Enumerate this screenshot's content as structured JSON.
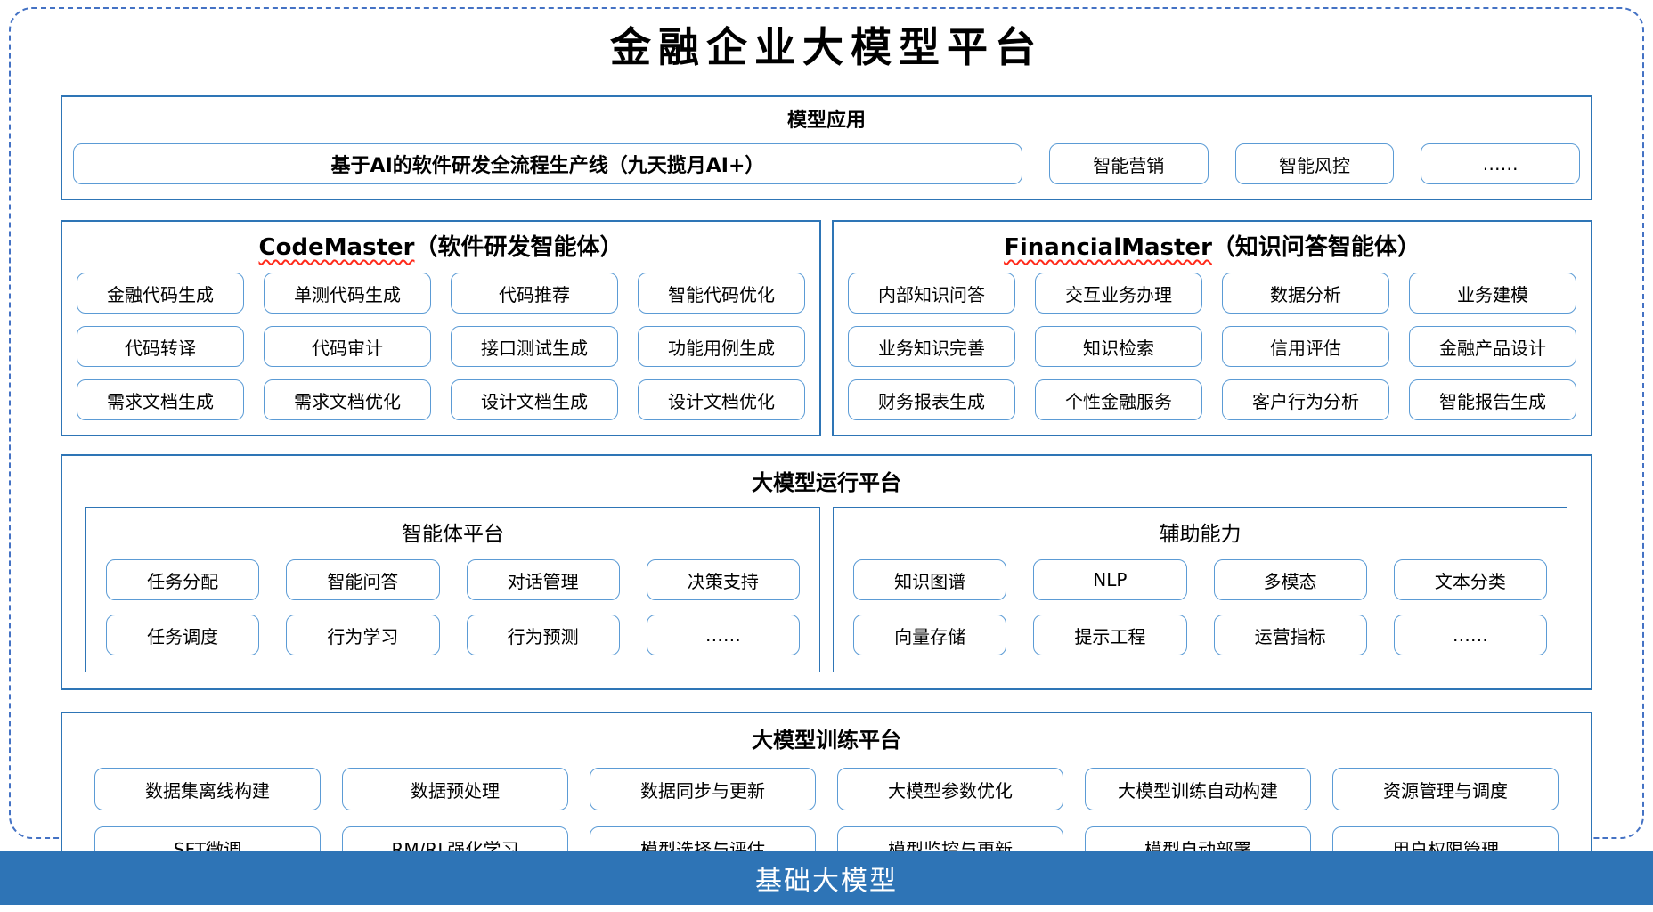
{
  "title": "金融企业大模型平台",
  "colors": {
    "outer_dashed_border": "#4472C4",
    "section_border": "#2E75B6",
    "chip_border": "#5B9BD5",
    "footer_background": "#2E74B6",
    "footer_text": "#FFFFFF",
    "spellcheck_underline": "#FF2A1A"
  },
  "model_app": {
    "title": "模型应用",
    "main_item": "基于AI的软件研发全流程生产线（九天揽月AI+）",
    "items": [
      "智能营销",
      "智能风控",
      "……"
    ]
  },
  "code_master": {
    "title_en": "CodeMaster",
    "title_cn": "（软件研发智能体）",
    "items": [
      "金融代码生成",
      "单测代码生成",
      "代码推荐",
      "智能代码优化",
      "代码转译",
      "代码审计",
      "接口测试生成",
      "功能用例生成",
      "需求文档生成",
      "需求文档优化",
      "设计文档生成",
      "设计文档优化"
    ]
  },
  "financial_master": {
    "title_en": "FinancialMaster",
    "title_cn": "（知识问答智能体）",
    "items": [
      "内部知识问答",
      "交互业务办理",
      "数据分析",
      "业务建模",
      "业务知识完善",
      "知识检索",
      "信用评估",
      "金融产品设计",
      "财务报表生成",
      "个性金融服务",
      "客户行为分析",
      "智能报告生成"
    ]
  },
  "runtime_platform": {
    "title": "大模型运行平台",
    "agent_platform": {
      "title": "智能体平台",
      "items": [
        "任务分配",
        "智能问答",
        "对话管理",
        "决策支持",
        "任务调度",
        "行为学习",
        "行为预测",
        "……"
      ]
    },
    "auxiliary": {
      "title": "辅助能力",
      "items": [
        "知识图谱",
        "NLP",
        "多模态",
        "文本分类",
        "向量存储",
        "提示工程",
        "运营指标",
        "……"
      ]
    }
  },
  "training_platform": {
    "title": "大模型训练平台",
    "items": [
      "数据集离线构建",
      "数据预处理",
      "数据同步与更新",
      "大模型参数优化",
      "大模型训练自动构建",
      "资源管理与调度",
      "SFT微调",
      "RM/RL强化学习",
      "模型选择与评估",
      "模型监控与更新",
      "模型自动部署",
      "用户权限管理"
    ]
  },
  "foundation": {
    "title": "基础大模型"
  }
}
